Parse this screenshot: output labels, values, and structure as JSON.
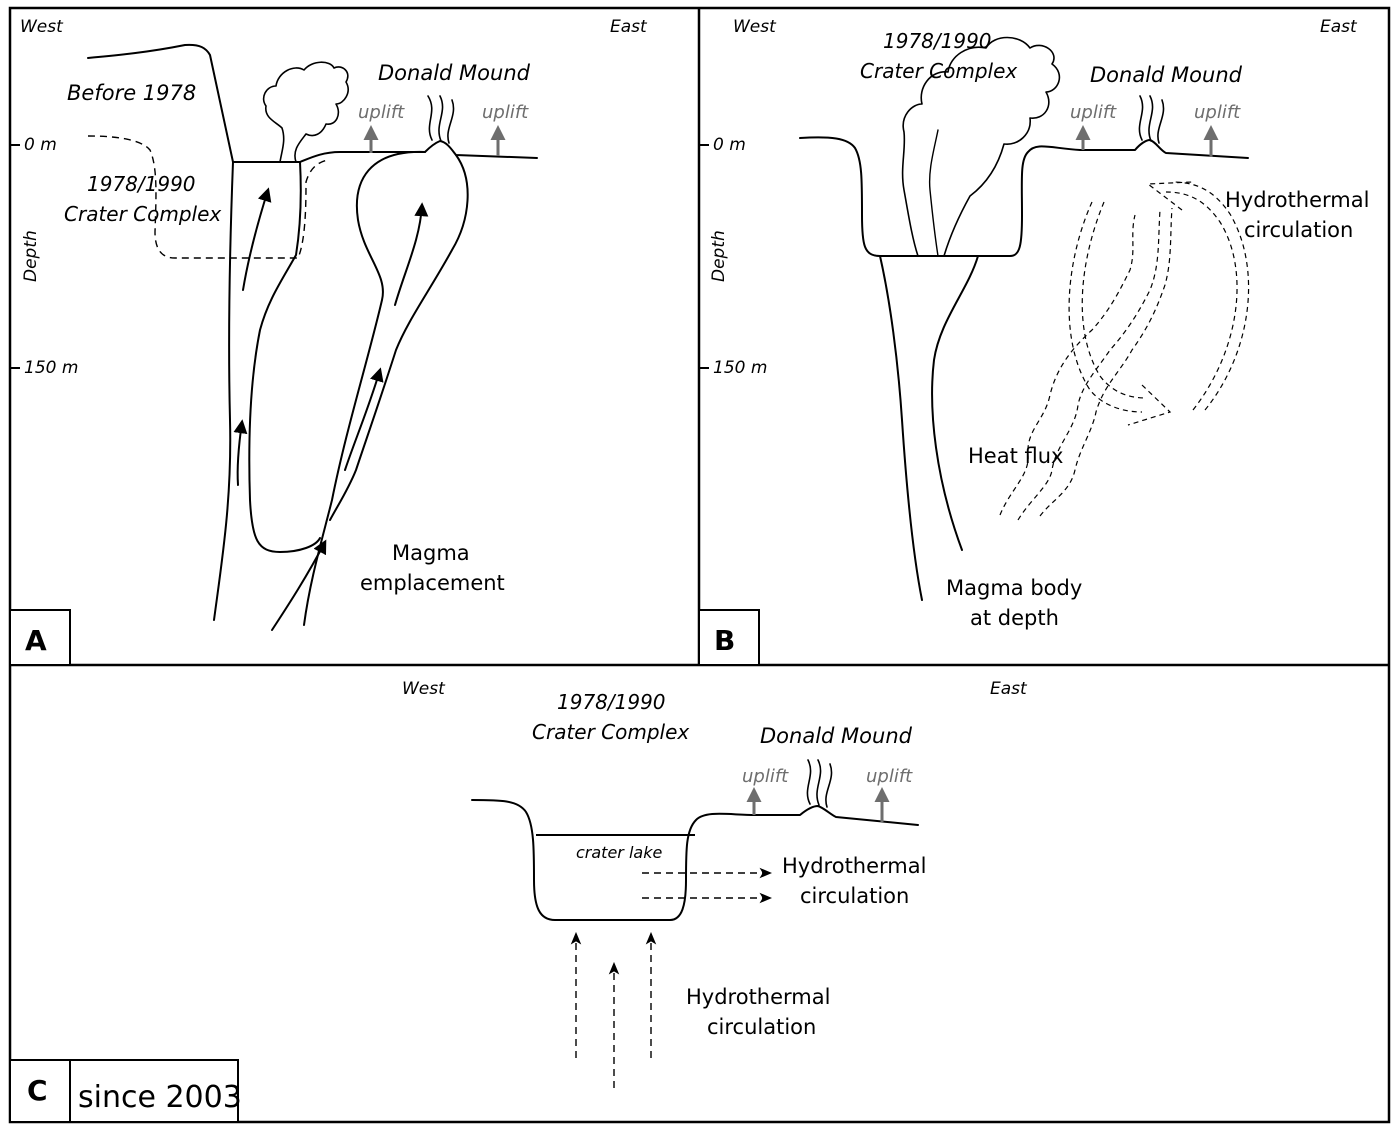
{
  "colors": {
    "frame": "#000000",
    "text": "#000000",
    "uplift_arrow": "#6e6e6e"
  },
  "panels": {
    "a": {
      "letter": "A",
      "west": "West",
      "east": "East",
      "depth_label": "Depth",
      "depth_0": "0 m",
      "depth_150": "150 m",
      "before_1978": "Before 1978",
      "crater_complex_line1": "1978/1990",
      "crater_complex_line2": "Crater Complex",
      "donald_mound": "Donald Mound",
      "uplift_left": "uplift",
      "uplift_right": "uplift",
      "magma_line1": "Magma",
      "magma_line2": "emplacement"
    },
    "b": {
      "letter": "B",
      "west": "West",
      "east": "East",
      "depth_label": "Depth",
      "depth_0": "0 m",
      "depth_150": "150 m",
      "crater_complex_line1": "1978/1990",
      "crater_complex_line2": "Crater Complex",
      "donald_mound": "Donald Mound",
      "uplift_left": "uplift",
      "uplift_right": "uplift",
      "hydro_line1": "Hydrothermal",
      "hydro_line2": "circulation",
      "heat_flux": "Heat flux",
      "magma_line1": "Magma body",
      "magma_line2": "at depth"
    },
    "c": {
      "letter": "C",
      "since": "since 2003",
      "west": "West",
      "east": "East",
      "crater_complex_line1": "1978/1990",
      "crater_complex_line2": "Crater Complex",
      "donald_mound": "Donald Mound",
      "uplift_left": "uplift",
      "uplift_right": "uplift",
      "crater_lake": "crater lake",
      "hydro_side_line1": "Hydrothermal",
      "hydro_side_line2": "circulation",
      "hydro_below_line1": "Hydrothermal",
      "hydro_below_line2": "circulation"
    }
  }
}
